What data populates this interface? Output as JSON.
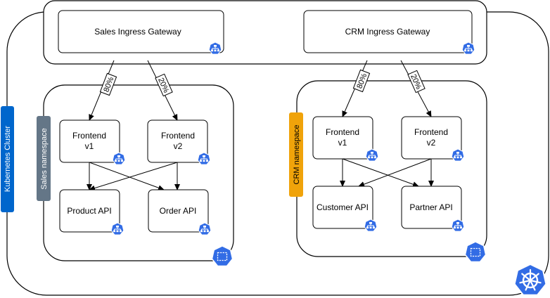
{
  "colors": {
    "stroke": "#000000",
    "k8s_blue": "#326CE5",
    "sales_tab": "#647687",
    "crm_tab": "#F0A30A",
    "cluster_tab": "#0066CC"
  },
  "cluster": {
    "label": "Kubernetes Cluster",
    "icon": "kubernetes-logo"
  },
  "gateways": {
    "sales": {
      "label": "Sales Ingress Gateway",
      "icon": "service-icon"
    },
    "crm": {
      "label": "CRM Ingress Gateway",
      "icon": "service-icon"
    }
  },
  "namespaces": {
    "sales": {
      "label": "Sales namespace",
      "icon": "namespace-icon",
      "split": {
        "v1": "80%",
        "v2": "20%"
      },
      "frontend_v1": [
        "Frontend",
        "v1"
      ],
      "frontend_v2": [
        "Frontend",
        "v2"
      ],
      "api_1": "Product API",
      "api_2": "Order API"
    },
    "crm": {
      "label": "CRM namespace",
      "icon": "namespace-icon",
      "split": {
        "v1": "80%",
        "v2": "20%"
      },
      "frontend_v1": [
        "Frontend",
        "v1"
      ],
      "frontend_v2": [
        "Frontend",
        "v2"
      ],
      "api_1": "Customer API",
      "api_2": "Partner API"
    }
  }
}
